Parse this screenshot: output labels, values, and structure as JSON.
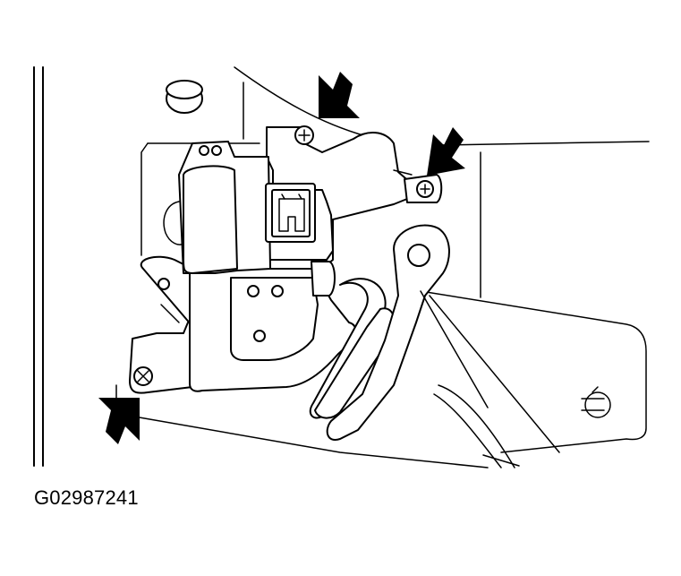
{
  "figure": {
    "id_label": "G02987241",
    "description_icons": [
      "door-lock-actuator-illustration"
    ],
    "arrows": [
      {
        "name": "arrow-top-screw"
      },
      {
        "name": "arrow-right-screw"
      },
      {
        "name": "arrow-bottom-screw"
      }
    ],
    "colors": {
      "line": "#000000",
      "background": "#ffffff"
    }
  }
}
